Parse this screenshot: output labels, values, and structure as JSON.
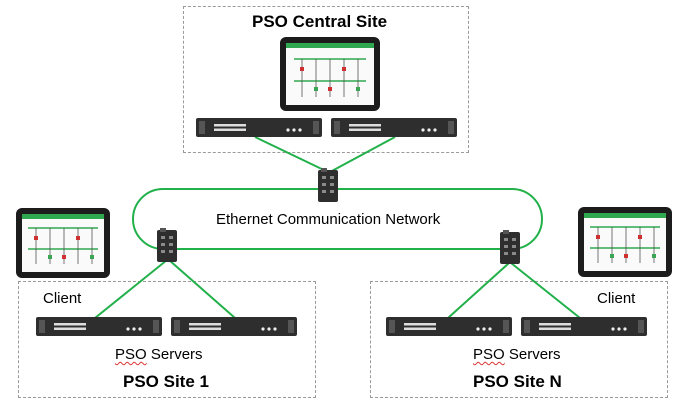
{
  "central": {
    "title": "PSO Central Site"
  },
  "network": {
    "label": "Ethernet Communication Network"
  },
  "site1": {
    "title": "PSO Site 1",
    "client_label": "Client",
    "servers_label_pso": "PSO",
    "servers_label_rest": " Servers"
  },
  "siten": {
    "title": "PSO Site N",
    "client_label": "Client",
    "servers_label_pso": "PSO",
    "servers_label_rest": " Servers"
  },
  "colors": {
    "link": "#22b04a",
    "box_border": "#9a9a9a",
    "device_dark": "#2e2e2e"
  }
}
